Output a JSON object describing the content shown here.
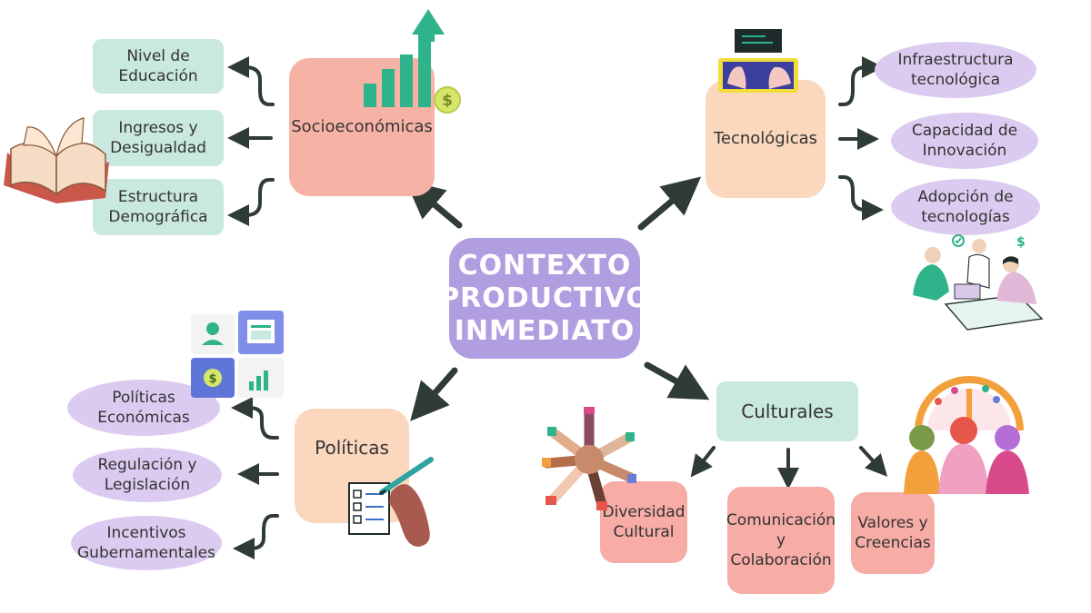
{
  "center": {
    "title": "CONTEXTO\nPRODUCTIVO\nINMEDIATO"
  },
  "socio": {
    "title": "Socioeconómicas",
    "items": [
      "Nivel de\nEducación",
      "Ingresos y\nDesigualdad",
      "Estructura\nDemográfica"
    ]
  },
  "tech": {
    "title": "Tecnológicas",
    "items": [
      "Infraestructura\ntecnológica",
      "Capacidad de\nInnovación",
      "Adopción de\ntecnologías"
    ]
  },
  "pol": {
    "title": "Políticas",
    "items": [
      "Políticas\nEconómicas",
      "Regulación y\nLegislación",
      "Incentivos\nGubernamentales"
    ]
  },
  "cult": {
    "title": "Culturales",
    "items": [
      "Diversidad\nCultural",
      "Comunicación\ny\nColaboración",
      "Valores y\nCreencias"
    ]
  },
  "icons": {
    "dollar": "$"
  },
  "colors": {
    "center": "#b09ee0",
    "mint": "#c9e8df",
    "lavender": "#dccbf0",
    "salmon": "#f7b2a6",
    "peach": "#fbd8bd",
    "arrow": "#2f3b35"
  }
}
